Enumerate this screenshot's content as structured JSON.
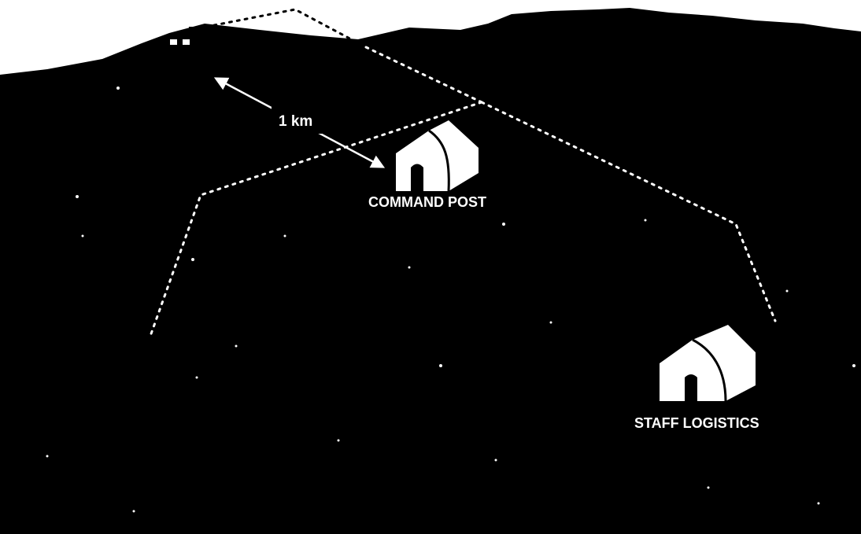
{
  "colors": {
    "terrain": "#000000",
    "sky": "#ffffff",
    "markings": "#ffffff"
  },
  "labels": {
    "distance": "1 km",
    "command_post": "COMMAND POST",
    "staff_logistics": "STAFF LOGISTICS"
  },
  "icons": {
    "command_post": "tent-icon",
    "staff_logistics": "tent-icon",
    "hilltop_post": "outpost-icon",
    "distance_arrow": "double-arrow-icon"
  }
}
